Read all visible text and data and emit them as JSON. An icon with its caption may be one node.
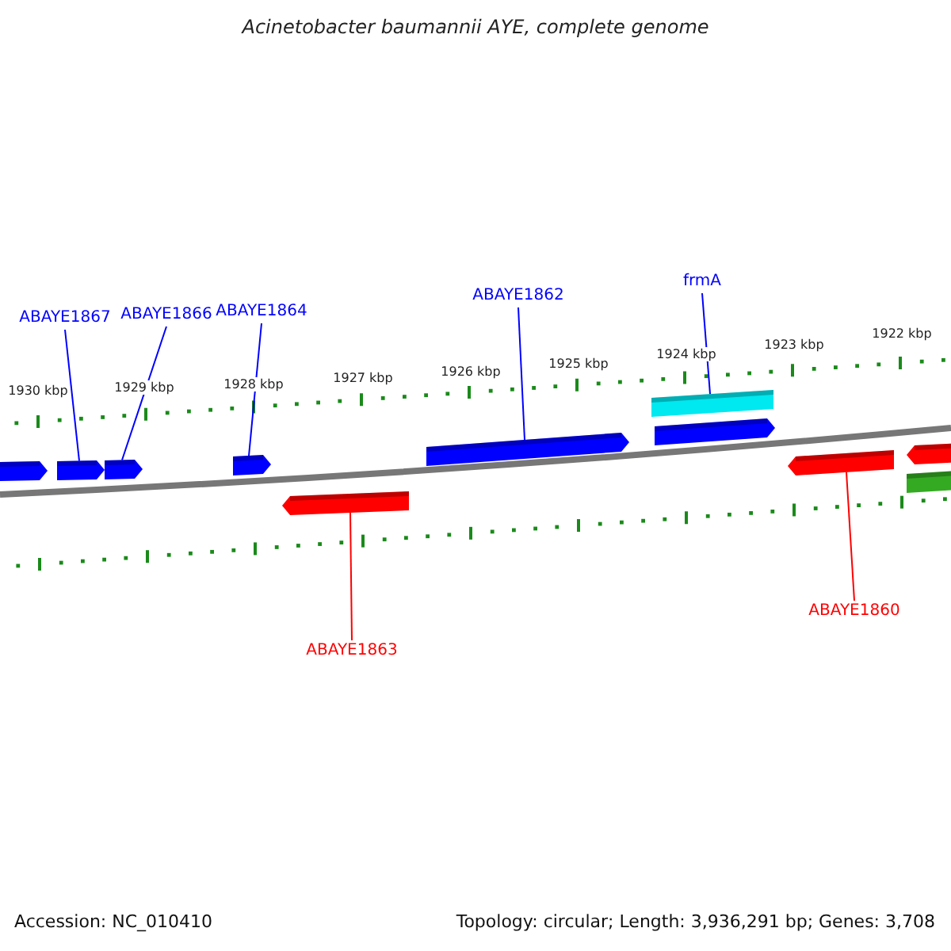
{
  "diagram": {
    "title": "Acinetobacter baumannii AYE, complete genome",
    "nodes": [
      {
        "text": [
          "ABAYE1867"
        ]
      },
      {
        "text": [
          "ABAYE1866"
        ]
      },
      {
        "text": [
          "ABAYE1864"
        ]
      },
      {
        "text": [
          "ABAYE1862"
        ]
      },
      {
        "text": [
          "frmA"
        ]
      },
      {
        "text": [
          "ABAYE1863"
        ]
      },
      {
        "text": [
          "ABAYE1860"
        ]
      },
      {
        "text": [],
        "shape": "box"
      },
      {
        "text": [],
        "shape": "box"
      },
      {
        "text": [],
        "shape": "box"
      },
      {
        "text": [],
        "shape": "box"
      },
      {
        "text": [],
        "shape": "box"
      },
      {
        "text": [],
        "shape": "box"
      },
      {
        "text": [],
        "shape": "bar"
      },
      {
        "text": [],
        "shape": "box"
      },
      {
        "text": [],
        "shape": "box"
      },
      {
        "text": [],
        "shape": "box"
      },
      {
        "text": [],
        "shape": "bar"
      }
    ],
    "edges": [
      {
        "from": 0,
        "to": 8,
        "arrow": "none"
      },
      {
        "from": 1,
        "to": 9,
        "arrow": "none"
      },
      {
        "from": 2,
        "to": 10,
        "arrow": "none"
      },
      {
        "from": 3,
        "to": 12,
        "arrow": "none"
      },
      {
        "from": 4,
        "to": 13,
        "arrow": "none"
      },
      {
        "from": 5,
        "to": 11,
        "arrow": "none",
        "color": "#ff0000"
      },
      {
        "from": 6,
        "to": 15,
        "arrow": "none",
        "color": "#ff0000"
      }
    ],
    "labels": [
      "1930 kbp",
      "1929 kbp",
      "1928 kbp",
      "1927 kbp",
      "1926 kbp",
      "1925 kbp",
      "1924 kbp",
      "1923 kbp",
      "1922 kbp",
      "Accession: NC_010410",
      "Topology: circular; Length: 3,936,291 bp; Genes: 3,708"
    ]
  }
}
